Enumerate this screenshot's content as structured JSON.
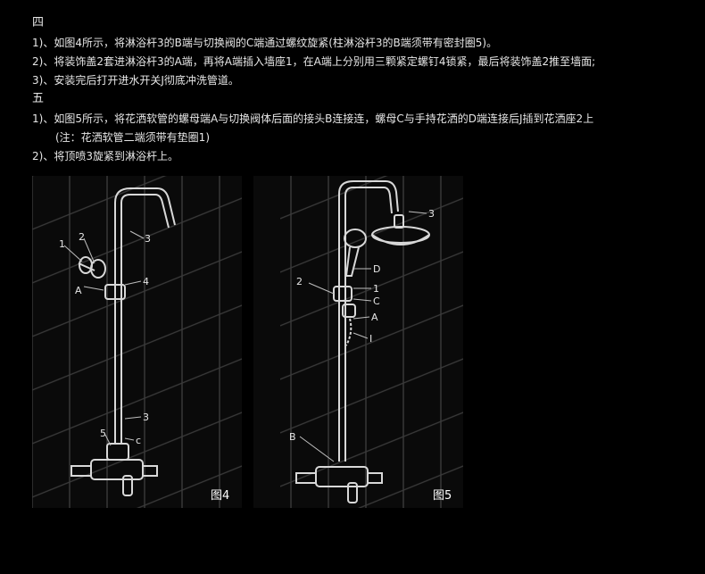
{
  "section4": {
    "heading": "四",
    "lines": [
      "1)、如图4所示，将淋浴杆3的B端与切换阀的C端通过螺纹旋紧(柱淋浴杆3的B端须带有密封圈5)。",
      "2)、将装饰盖2套进淋浴杆3的A端，再将A端插入墙座1，在A端上分别用三颗紧定螺钉4锁紧，最后将装饰盖2推至墙面;",
      "3)、安装完后打开进水开关J彻底冲洗管道。"
    ]
  },
  "section5": {
    "heading": "五",
    "lines": [
      "1)、如图5所示，将花洒软管的螺母端A与切换阀体后面的接头B连接连，螺母C与手持花洒的D端连接后J插到花洒座2上",
      "(注：花洒软管二端须带有垫圈1)",
      "2)、将顶喷3旋紧到淋浴杆上。"
    ]
  },
  "figure4": {
    "caption": "图4",
    "callouts": {
      "c1": "1",
      "c2": "2",
      "c3": "3",
      "c4": "4",
      "cA": "A",
      "c3b": "3",
      "c5": "5",
      "cC": "c"
    }
  },
  "figure5": {
    "caption": "图5",
    "callouts": {
      "c3": "3",
      "c2": "2",
      "cD": "D",
      "c1": "1",
      "cC": "C",
      "cA": "A",
      "cI": "I",
      "cB": "B"
    }
  }
}
